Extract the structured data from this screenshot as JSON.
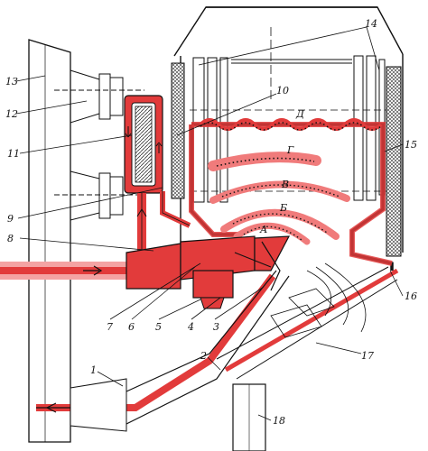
{
  "colors": {
    "line": "#111111",
    "flame": "#e23b3b",
    "flame_light": "#f07b7b",
    "flame_fill": "#f4a3a3",
    "hatch": "#444444",
    "paper": "#ffffff"
  },
  "labels": {
    "n1": "1",
    "n2": "2",
    "n3": "3",
    "n4": "4",
    "n5": "5",
    "n6": "6",
    "n7": "7",
    "n8": "8",
    "n9": "9",
    "n10": "10",
    "n11": "11",
    "n12": "12",
    "n13": "13",
    "n14": "14",
    "n15": "15",
    "n16": "16",
    "n17": "17",
    "n18": "18"
  },
  "zones": {
    "a": "А",
    "b": "Б",
    "v": "В",
    "g": "Г",
    "d": "Д"
  }
}
